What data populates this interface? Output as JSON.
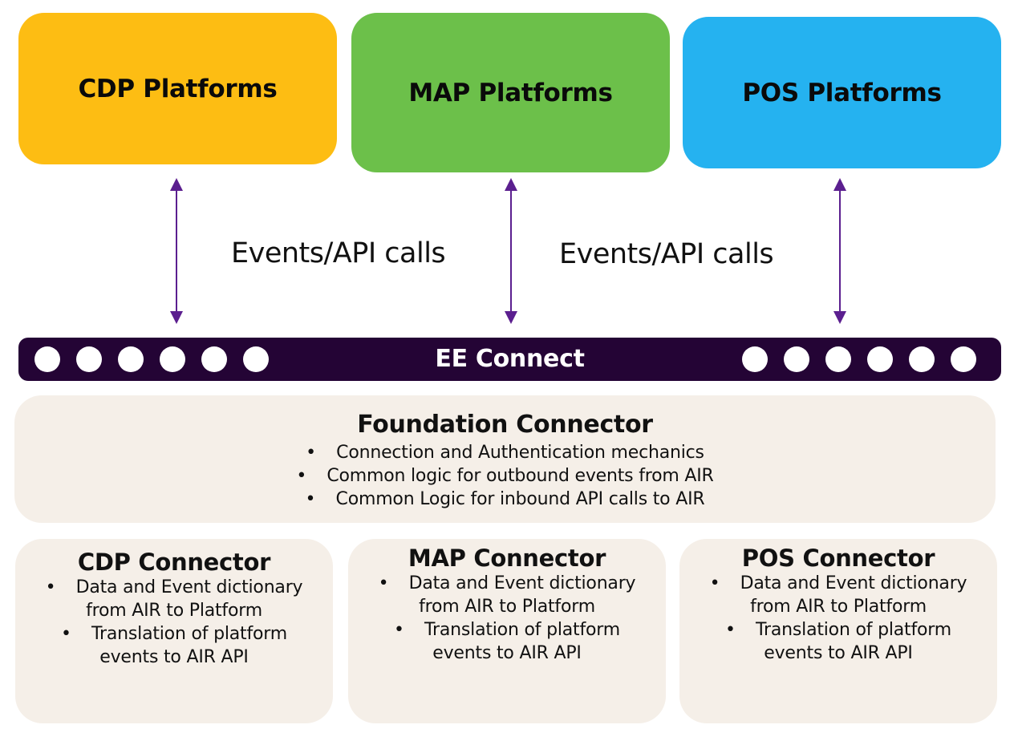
{
  "platforms": [
    {
      "label": "CDP Platforms",
      "color": "#FDBD13"
    },
    {
      "label": "MAP Platforms",
      "color": "#6CC04A"
    },
    {
      "label": "POS Platforms",
      "color": "#25B2F0"
    }
  ],
  "flow_labels": [
    "Events/API calls",
    "Events/API calls"
  ],
  "arrow_color": "#5B1F8F",
  "ee_connect": {
    "title": "EE Connect",
    "background": "#240435",
    "left_dots": 6,
    "right_dots": 6
  },
  "foundation": {
    "title": "Foundation Connector",
    "bullet": "•",
    "items": [
      "Connection and Authentication mechanics",
      "Common logic for outbound events from AIR",
      "Common Logic for inbound API calls to AIR"
    ]
  },
  "connectors": [
    {
      "title": "CDP Connector",
      "items": [
        "Data and Event dictionary from AIR to Platform",
        "Translation of platform events to AIR API"
      ]
    },
    {
      "title": "MAP Connector",
      "items": [
        "Data and Event dictionary from AIR to Platform",
        "Translation of platform events to AIR API"
      ]
    },
    {
      "title": "POS Connector",
      "items": [
        "Data and Event dictionary from AIR to Platform",
        "Translation of platform events to AIR API"
      ]
    }
  ]
}
